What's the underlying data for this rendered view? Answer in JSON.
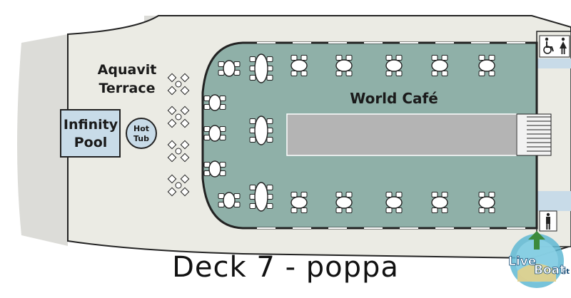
{
  "title": "Deck 7 - poppa",
  "areas": {
    "terrace_line1": "Aquavit",
    "terrace_line2": "Terrace",
    "pool_line1": "Infinity",
    "pool_line2": "Pool",
    "hottub_line1": "Hot",
    "hottub_line2": "Tub",
    "cafe": "World Café"
  },
  "icons": {
    "restroom_top": "accessible-restroom-icon",
    "restroom_bottom": "restroom-icon"
  },
  "watermark": {
    "part1": "Live",
    "part2": "Boat",
    "part3": ".it"
  },
  "colors": {
    "deck": "#ebebe4",
    "pale_deck": "#dcdcd8",
    "cafe_floor": "#8fb0a8",
    "buffet": "#b4b4b4",
    "outline": "#222222",
    "pool": "#c8dbe8"
  }
}
